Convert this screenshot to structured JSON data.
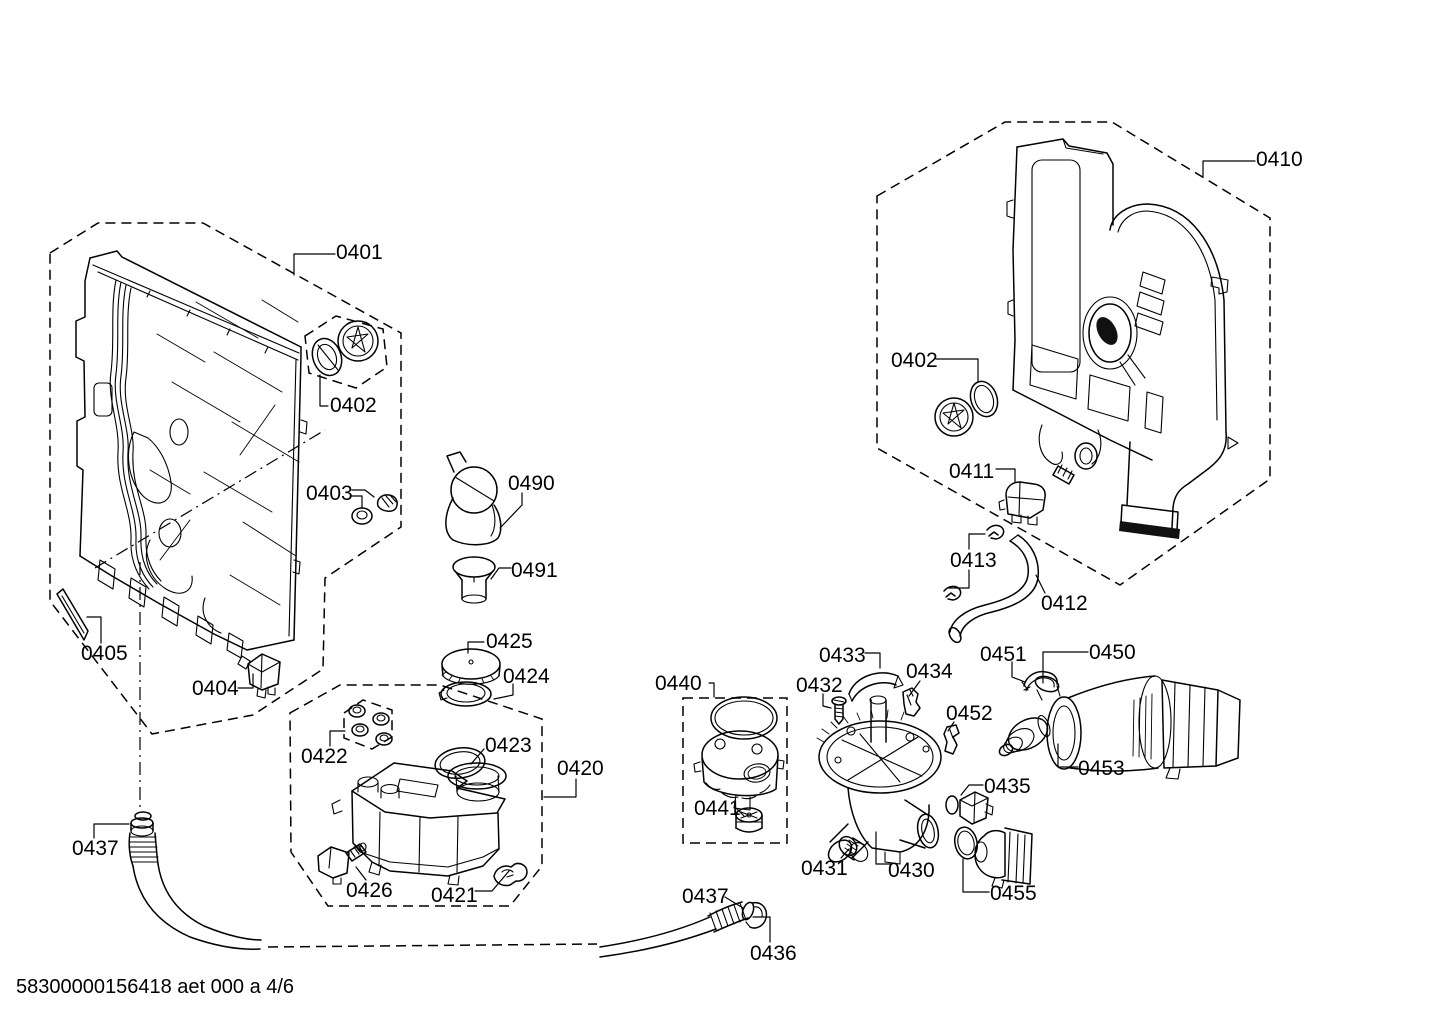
{
  "diagram": {
    "background": "#ffffff",
    "line_color": "#000000",
    "footer_code": "58300000156418 aet 000 a 4/6"
  },
  "labels": [
    {
      "text": "0401"
    },
    {
      "text": "0402"
    },
    {
      "text": "0403"
    },
    {
      "text": "0405"
    },
    {
      "text": "0404"
    },
    {
      "text": "0437"
    },
    {
      "text": "0490"
    },
    {
      "text": "0491"
    },
    {
      "text": "0425"
    },
    {
      "text": "0424"
    },
    {
      "text": "0422"
    },
    {
      "text": "0423"
    },
    {
      "text": "0420"
    },
    {
      "text": "0426"
    },
    {
      "text": "0421"
    },
    {
      "text": "0440"
    },
    {
      "text": "0441"
    },
    {
      "text": "0437"
    },
    {
      "text": "0436"
    },
    {
      "text": "0432"
    },
    {
      "text": "0433"
    },
    {
      "text": "0434"
    },
    {
      "text": "0431"
    },
    {
      "text": "0430"
    },
    {
      "text": "0452"
    },
    {
      "text": "0435"
    },
    {
      "text": "0455"
    },
    {
      "text": "0451"
    },
    {
      "text": "0450"
    },
    {
      "text": "0453"
    },
    {
      "text": "0410"
    },
    {
      "text": "0402"
    },
    {
      "text": "0411"
    },
    {
      "text": "0413"
    },
    {
      "text": "0412"
    }
  ]
}
